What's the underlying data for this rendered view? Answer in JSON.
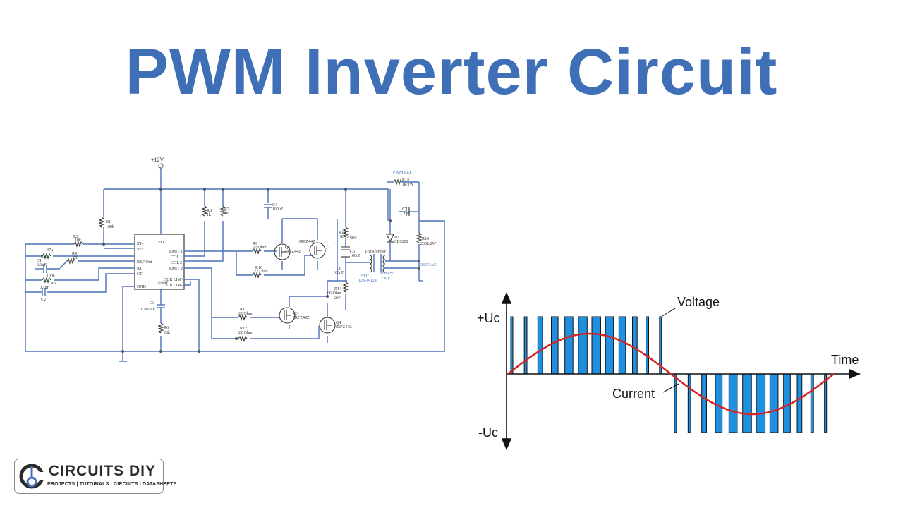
{
  "title": "PWM Inverter Circuit",
  "colors": {
    "title": "#3f6fb6",
    "wire": "#4a72b8",
    "pulse": "#1f8fe0",
    "current": "#d42424"
  },
  "schematic": {
    "supply": "+12V",
    "pwm_ref": "PWM REF",
    "ic_pins_left": [
      "IN-",
      "IN+",
      "REF Out",
      "RT",
      "CT",
      "GND"
    ],
    "ic_pins_right": [
      "EMIT 1",
      "COL 1",
      "COL 2",
      "EMIT 2",
      "CUR LIM+",
      "CUR LIM-"
    ],
    "ic_top_pin": "VCC",
    "ic_bottom_pin": "COMP",
    "components": {
      "r1": "R1",
      "r1_val": "100k",
      "r2": "R2",
      "r2_val": "10k",
      "r3": "R3",
      "r3_val": "47k",
      "r4": "R4",
      "r4_val": "47k",
      "r5": "R5",
      "r5_val": "100k",
      "r6": "R6",
      "r6_val": "20k",
      "r7": "R7",
      "r7_val": "1k",
      "r8": "R8",
      "r8_val": "1k",
      "r9": "R9",
      "r9_val": "22 Ohm",
      "r10": "R10",
      "r10_val": "22 Ohm",
      "r11": "R11",
      "r11_val": "22 Ohm",
      "r12": "R12",
      "r12_val": "22 Ohm",
      "r13": "R13",
      "r13_val": "66 Ohm",
      "r13_pow": "2W",
      "r14": "R14",
      "r14_val": "66 Ohm",
      "r14_pow": "2W",
      "r15": "R15",
      "r15_val": "1k/1W",
      "r16": "R16",
      "r16_val": "200k/2W",
      "c1": "C1",
      "c1_val": "0.1uF",
      "c2": "C2",
      "c2_val": "0.1uF",
      "c3": "C3",
      "c3_val": "0.001uF",
      "c4": "C4",
      "c4_val": "100uF",
      "c5": "C5",
      "c5_val": "100nF",
      "c6": "C6",
      "c6_val": "100nF",
      "c7": "C7",
      "c7_val": "1uF",
      "d1": "D1",
      "d1_val": "SB6200",
      "q1": "Q1",
      "q1_val": "IRFZ44Z",
      "q2": "Q2",
      "q2_val": "IRFZ44Z",
      "q3": "Q3",
      "q3_val": "IRFZ44Z",
      "q4": "Q4",
      "q4_val": "IRFZ44Z",
      "transformer": "Transformer",
      "sec": "SEC",
      "sec_val": "12V-0-12V",
      "primary": "Primary",
      "primary_val": "230V",
      "output": "230V AC"
    }
  },
  "pwm_diagram": {
    "plus_label": "+Uc",
    "minus_label": "-Uc",
    "time_label": "Time",
    "voltage_label": "Voltage",
    "current_label": "Current",
    "positive_pulse_widths": [
      0.1,
      0.2,
      0.35,
      0.5,
      0.6,
      0.65,
      0.65,
      0.6,
      0.5,
      0.35,
      0.2,
      0.1
    ],
    "negative_pulse_widths": [
      0.1,
      0.2,
      0.35,
      0.5,
      0.6,
      0.65,
      0.65,
      0.6,
      0.5,
      0.35,
      0.2,
      0.1
    ]
  },
  "logo": {
    "brand": "CIRCUITS DIY",
    "tagline": "PROJECTS | TUTORIALS | CIRCUITS | DATASHEETS"
  }
}
